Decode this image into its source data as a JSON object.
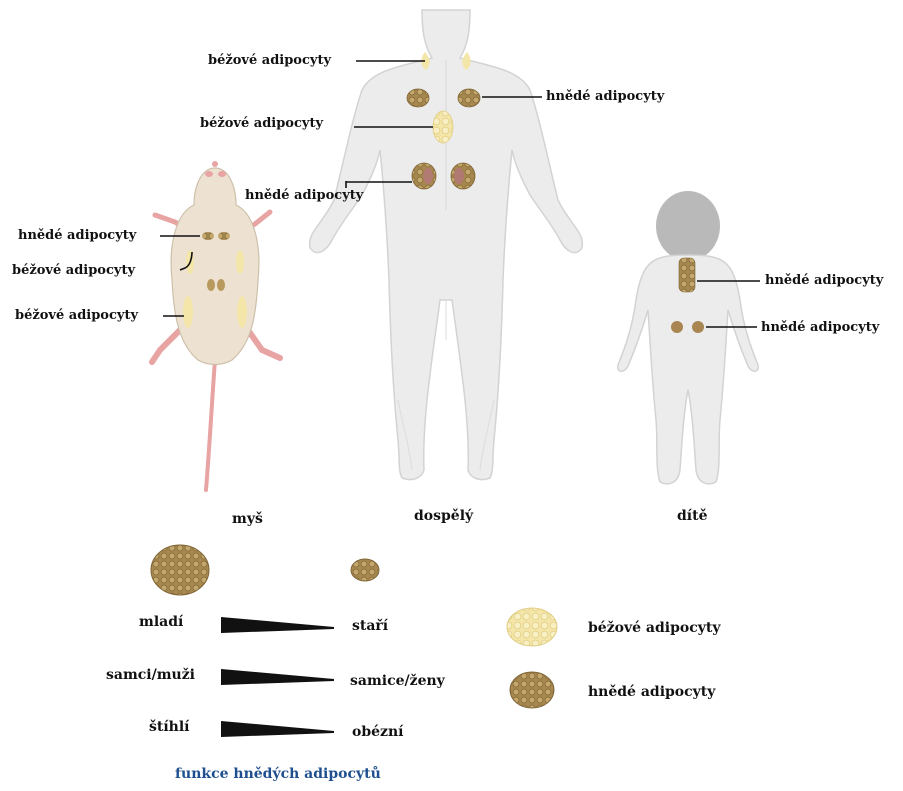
{
  "colors": {
    "beige": "#f3e6a8",
    "beige_dark": "#e3cf7f",
    "brown": "#b89a5e",
    "brown_dark": "#8a6d3b",
    "kidney": "#b07a72",
    "skin": "#ececec",
    "skin_line": "#d3d3d3",
    "mouse_body": "#ede2d2",
    "mouse_pink": "#e8a3a3",
    "legend_blue": "#1f4f8f"
  },
  "icons": [
    "mouse-figure",
    "adult-figure",
    "child-figure",
    "beige-adipocyte-cluster-icon",
    "brown-adipocyte-cluster-icon",
    "wedge-icon"
  ],
  "labels": {
    "adult_beige_neck": "béžové adipocyty",
    "adult_brown_upper": "hnědé adipocyty",
    "adult_beige_mid": "béžové adipocyty",
    "adult_brown_kidney": "hnědé adipocyty",
    "mouse_brown": "hnědé adipocyty",
    "mouse_beige_1": "béžové adipocyty",
    "mouse_beige_2": "béžové adipocyty",
    "child_brown_upper": "hnědé adipocyty",
    "child_brown_kidney": "hnědé adipocyty"
  },
  "captions": {
    "mouse": "myš",
    "adult": "dospělý",
    "child": "dítě"
  },
  "comparisons": [
    {
      "left": "mladí",
      "right": "staří"
    },
    {
      "left": "samci/muži",
      "right": "samice/ženy"
    },
    {
      "left": "štíhlí",
      "right": "obézní"
    }
  ],
  "legend": {
    "beige": "béžové adipocyty",
    "brown": "hnědé adipocyty",
    "title": "funkce hnědých adipocytů"
  }
}
